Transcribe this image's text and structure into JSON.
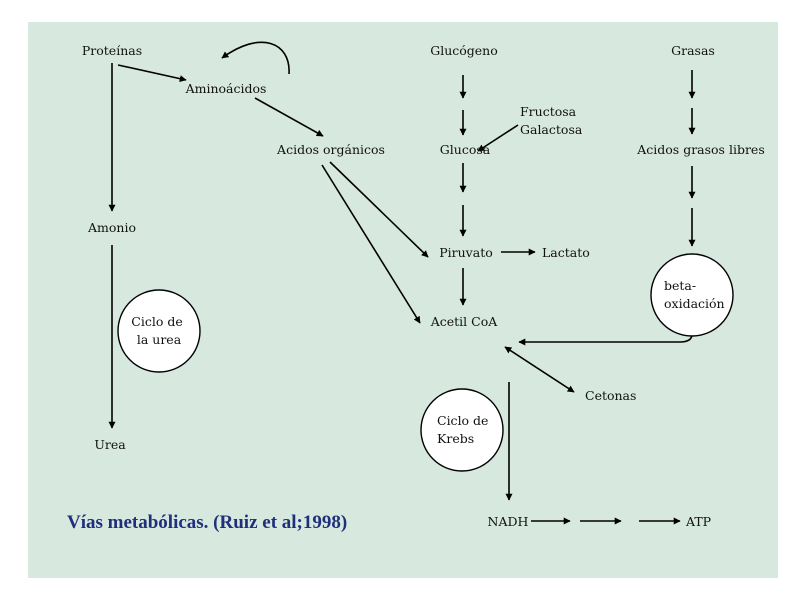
{
  "colors": {
    "panel_background": "#d7e8df",
    "caption": "#1f2f7a",
    "lines": "#000000",
    "cycle_fill": "#ffffff"
  },
  "nodes": {
    "proteinas": "Proteínas",
    "aminoacidos": "Aminoácidos",
    "acidos_organicos": "Acidos orgánicos",
    "amonio": "Amonio",
    "urea": "Urea",
    "glucogeno": "Glucógeno",
    "fructosa": "Fructosa",
    "galactosa": "Galactosa",
    "glucosa": "Glucosa",
    "piruvato": "Piruvato",
    "lactato": "Lactato",
    "acetil_coa": "Acetil CoA",
    "cetonas": "Cetonas",
    "nadh": "NADH",
    "atp": "ATP",
    "grasas": "Grasas",
    "acidos_grasos_libres": "Acidos grasos libres"
  },
  "cycles": {
    "ciclo_urea": [
      "Ciclo de",
      "la urea"
    ],
    "ciclo_krebs": [
      "Ciclo de",
      "Krebs"
    ],
    "beta_oxidacion": [
      "beta-",
      "oxidación"
    ]
  },
  "caption": "Vías metabólicas. (Ruiz et al;1998)"
}
